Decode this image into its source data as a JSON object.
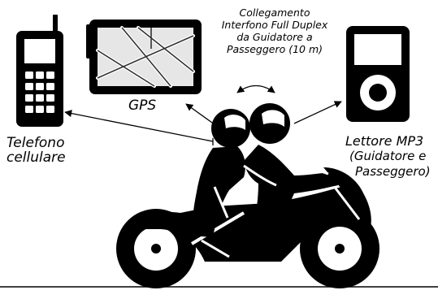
{
  "labels": {
    "phone_line1": "Telefono",
    "phone_line2": "cellulare",
    "gps": "GPS",
    "mp3_line1": "Lettore MP3",
    "mp3_line2": "(Guidatore e",
    "mp3_line3": "Passeggero)",
    "intercom_line1": "Collegamento",
    "intercom_line2": "Interfono Full Duplex",
    "intercom_line3": "da Guidatore a",
    "intercom_line4": "Passeggero (10 m)"
  },
  "icons": {
    "phone": "mobile-phone-icon",
    "gps": "gps-navigator-icon",
    "mp3": "mp3-player-icon",
    "riders": "motorcycle-riders-icon"
  },
  "colors": {
    "ink": "#000000",
    "background": "#ffffff",
    "screen": "#e6e6e6"
  }
}
